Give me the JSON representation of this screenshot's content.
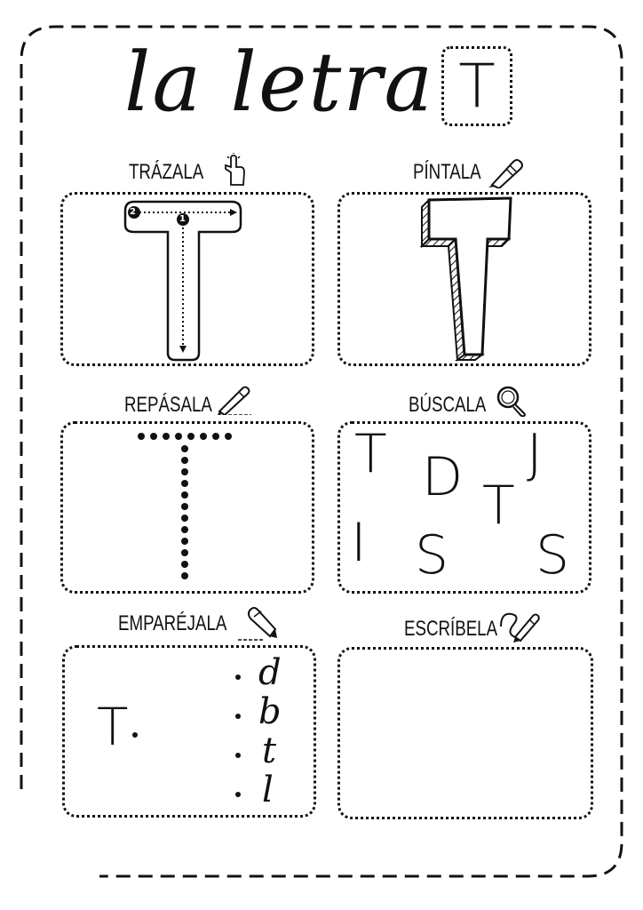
{
  "title": {
    "text": "la letra",
    "letter": "T"
  },
  "sections": [
    {
      "id": "trazala",
      "label": "TRÁZALA",
      "icon": "pointing-hand-icon",
      "steps": [
        "1",
        "2"
      ]
    },
    {
      "id": "pintala",
      "label": "PÍNTALA",
      "icon": "crayon-icon"
    },
    {
      "id": "repasala",
      "label": "REPÁSALA",
      "icon": "pencil-icon"
    },
    {
      "id": "buscala",
      "label": "BÚSCALA",
      "icon": "magnifier-icon",
      "letters": [
        "T",
        "D",
        "J",
        "T",
        "I",
        "S",
        "S"
      ]
    },
    {
      "id": "emparejala",
      "label": "EMPARÉJALA",
      "icon": "pencil-icon",
      "source": "T",
      "options": [
        "d",
        "b",
        "t",
        "l"
      ]
    },
    {
      "id": "escribela",
      "label": "ESCRÍBELA",
      "icon": "pencil-scribble-icon"
    }
  ],
  "colors": {
    "ink": "#111111",
    "paper": "#ffffff"
  }
}
